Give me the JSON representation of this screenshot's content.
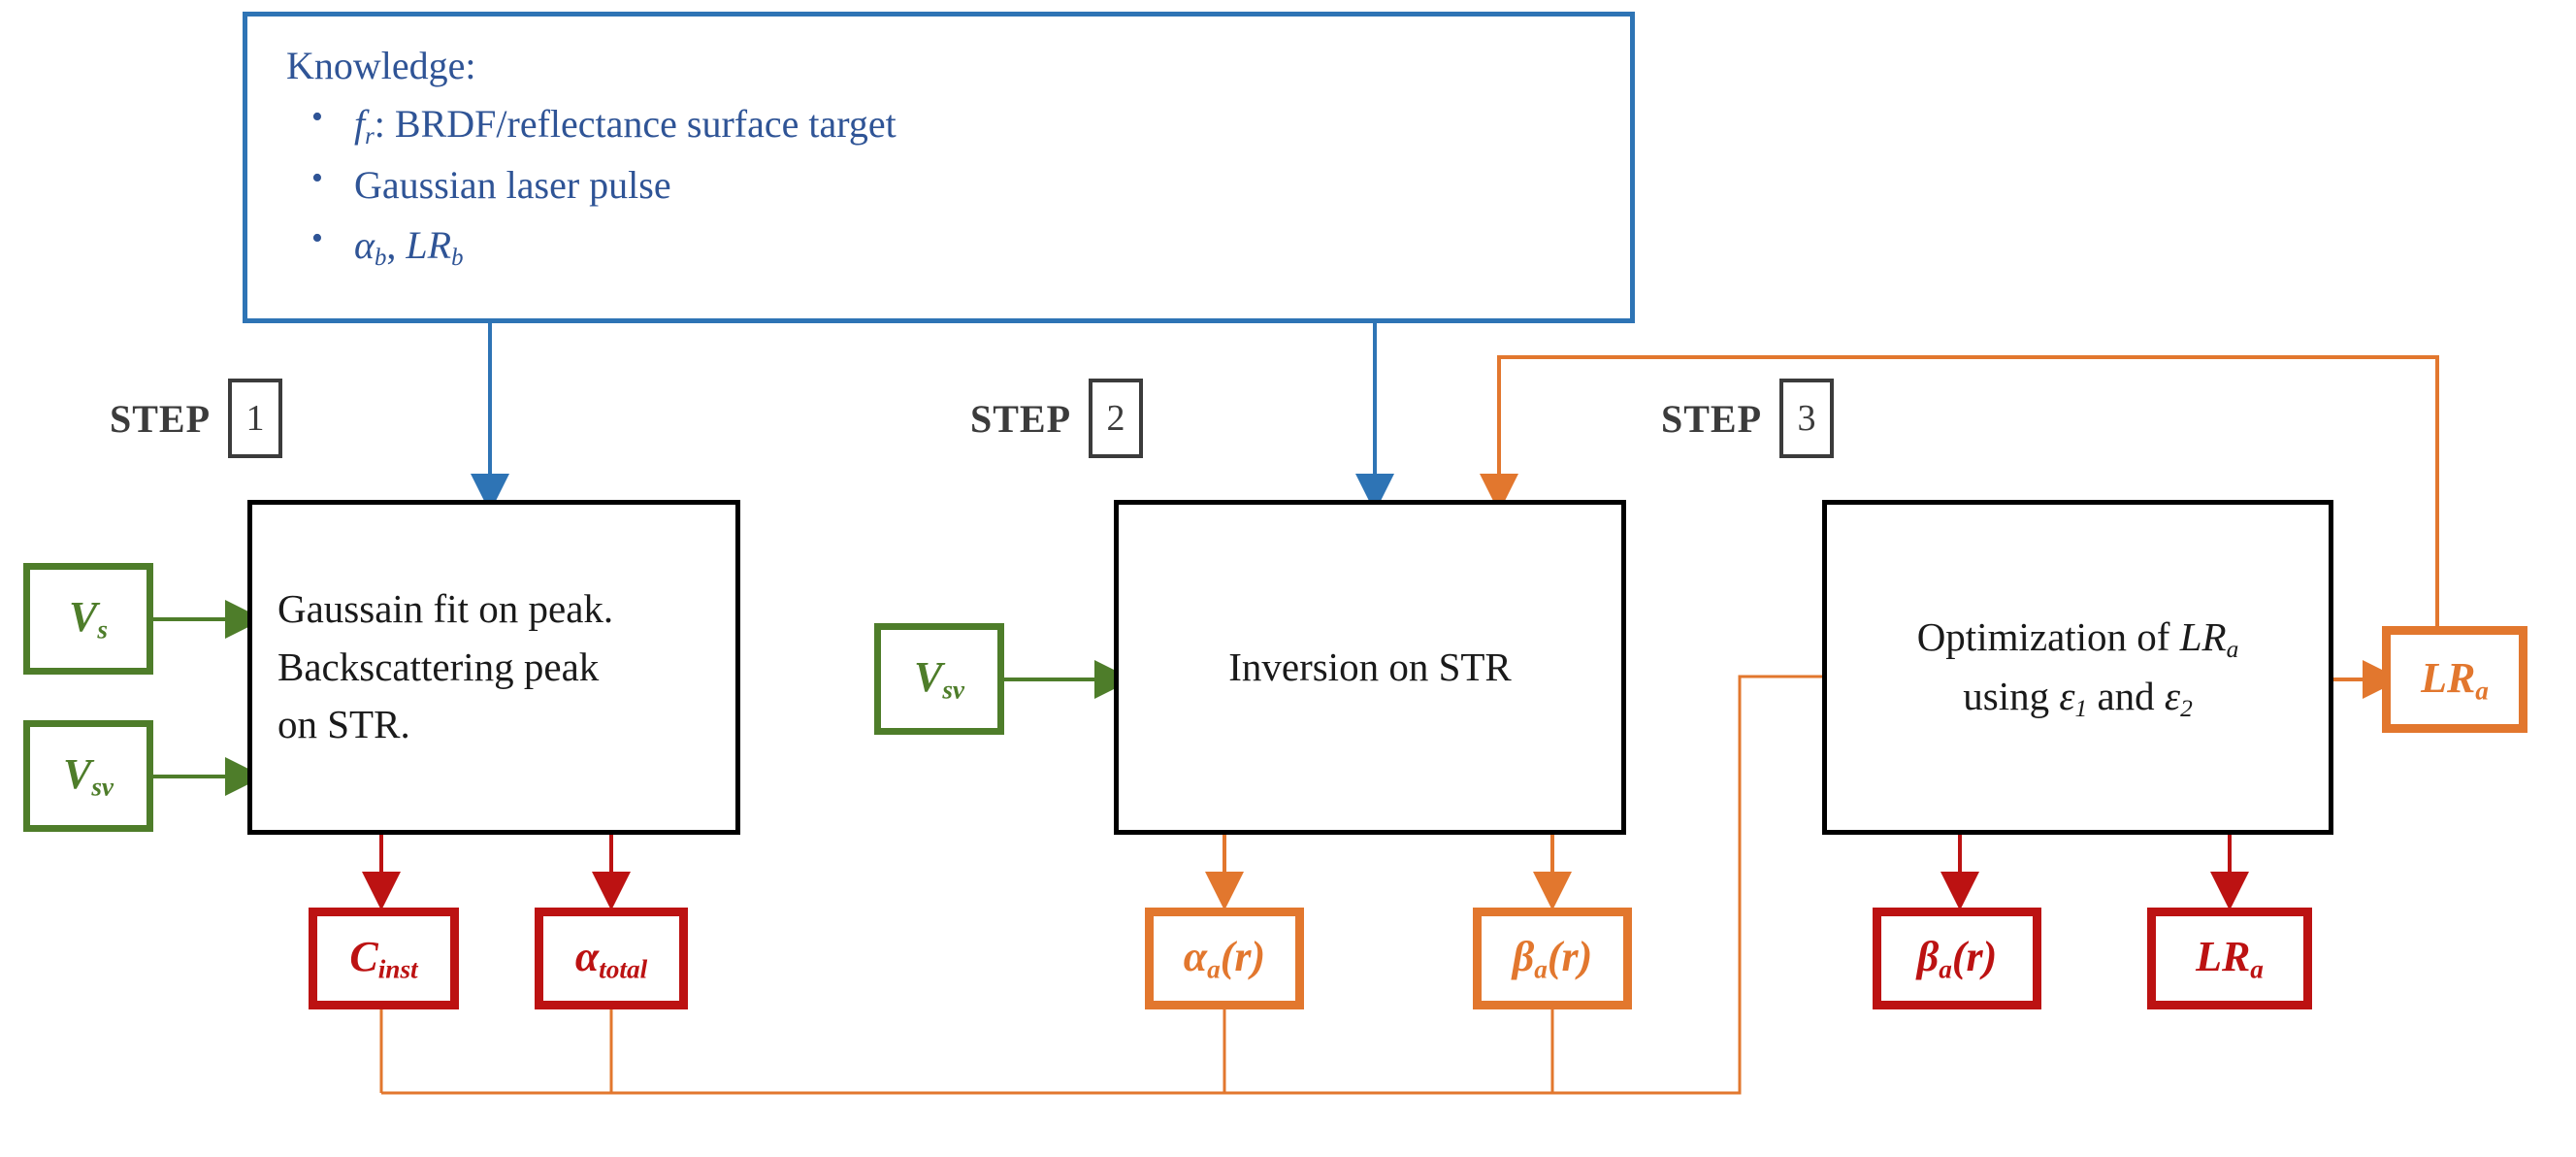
{
  "diagram": {
    "title": "LIDAR retrieval three-step processing chain",
    "colors": {
      "blue": "#2E74B5",
      "blue_text": "#2F5496",
      "green": "#4E7D2A",
      "red": "#BC1212",
      "orange": "#E2772E",
      "black": "#000000",
      "gray": "#3B3B3B"
    }
  },
  "knowledge": {
    "title": "Knowledge:",
    "bullets": [
      "f_r: BRDF/reflectance surface target",
      "Gaussian laser pulse",
      "alpha_b, LR_b"
    ],
    "bullet_parts": [
      {
        "sym": "f",
        "sub": "r",
        "rest": ": BRDF/reflectance surface target"
      },
      {
        "sym": "",
        "sub": "",
        "rest": "Gaussian laser pulse"
      },
      {
        "sym": "α",
        "sub": "b",
        "rest": ", LR"
      }
    ]
  },
  "steps": [
    {
      "word": "STEP",
      "number": "1",
      "body_lines": [
        "Gaussain fit on peak.",
        "Backscattering peak",
        "on STR."
      ]
    },
    {
      "word": "STEP",
      "number": "2",
      "body_lines": [
        "Inversion on STR"
      ]
    },
    {
      "word": "STEP",
      "number": "3",
      "body_lines": [
        "Optimization of LRₐ",
        "using ε₁ and ε₂"
      ]
    }
  ],
  "inputs": [
    {
      "label": "V",
      "sub": "s",
      "color": "green"
    },
    {
      "label": "V",
      "sub": "sv",
      "color": "green"
    },
    {
      "label": "V",
      "sub": "sv",
      "color": "green"
    }
  ],
  "outputs": [
    {
      "label": "C",
      "sub": "inst",
      "color": "red",
      "step": 1
    },
    {
      "label": "α",
      "sub": "total",
      "color": "red",
      "step": 1
    },
    {
      "label": "α",
      "sub": "a",
      "suffix": "(r)",
      "color": "orange",
      "step": 2
    },
    {
      "label": "β",
      "sub": "a",
      "suffix": "(r)",
      "color": "orange",
      "step": 2
    },
    {
      "label": "β",
      "sub": "a",
      "suffix": "(r)",
      "color": "red",
      "step": 3
    },
    {
      "label": "LR",
      "sub": "a",
      "color": "red",
      "step": 3
    },
    {
      "label": "LR",
      "sub": "a",
      "color": "orange",
      "step": 3
    }
  ],
  "step1": {
    "line1": "Gaussain fit on peak.",
    "line2": "Backscattering peak",
    "line3": "on STR."
  },
  "step2": {
    "line1": "Inversion on STR"
  },
  "step3": {
    "line1_pre": "Optimization of ",
    "line1_sym": "LR",
    "line1_sub": "a",
    "line2_pre": "using ",
    "line2_e1": "ε",
    "line2_e1sub": "1",
    "line2_mid": " and ",
    "line2_e2": "ε",
    "line2_e2sub": "2"
  }
}
